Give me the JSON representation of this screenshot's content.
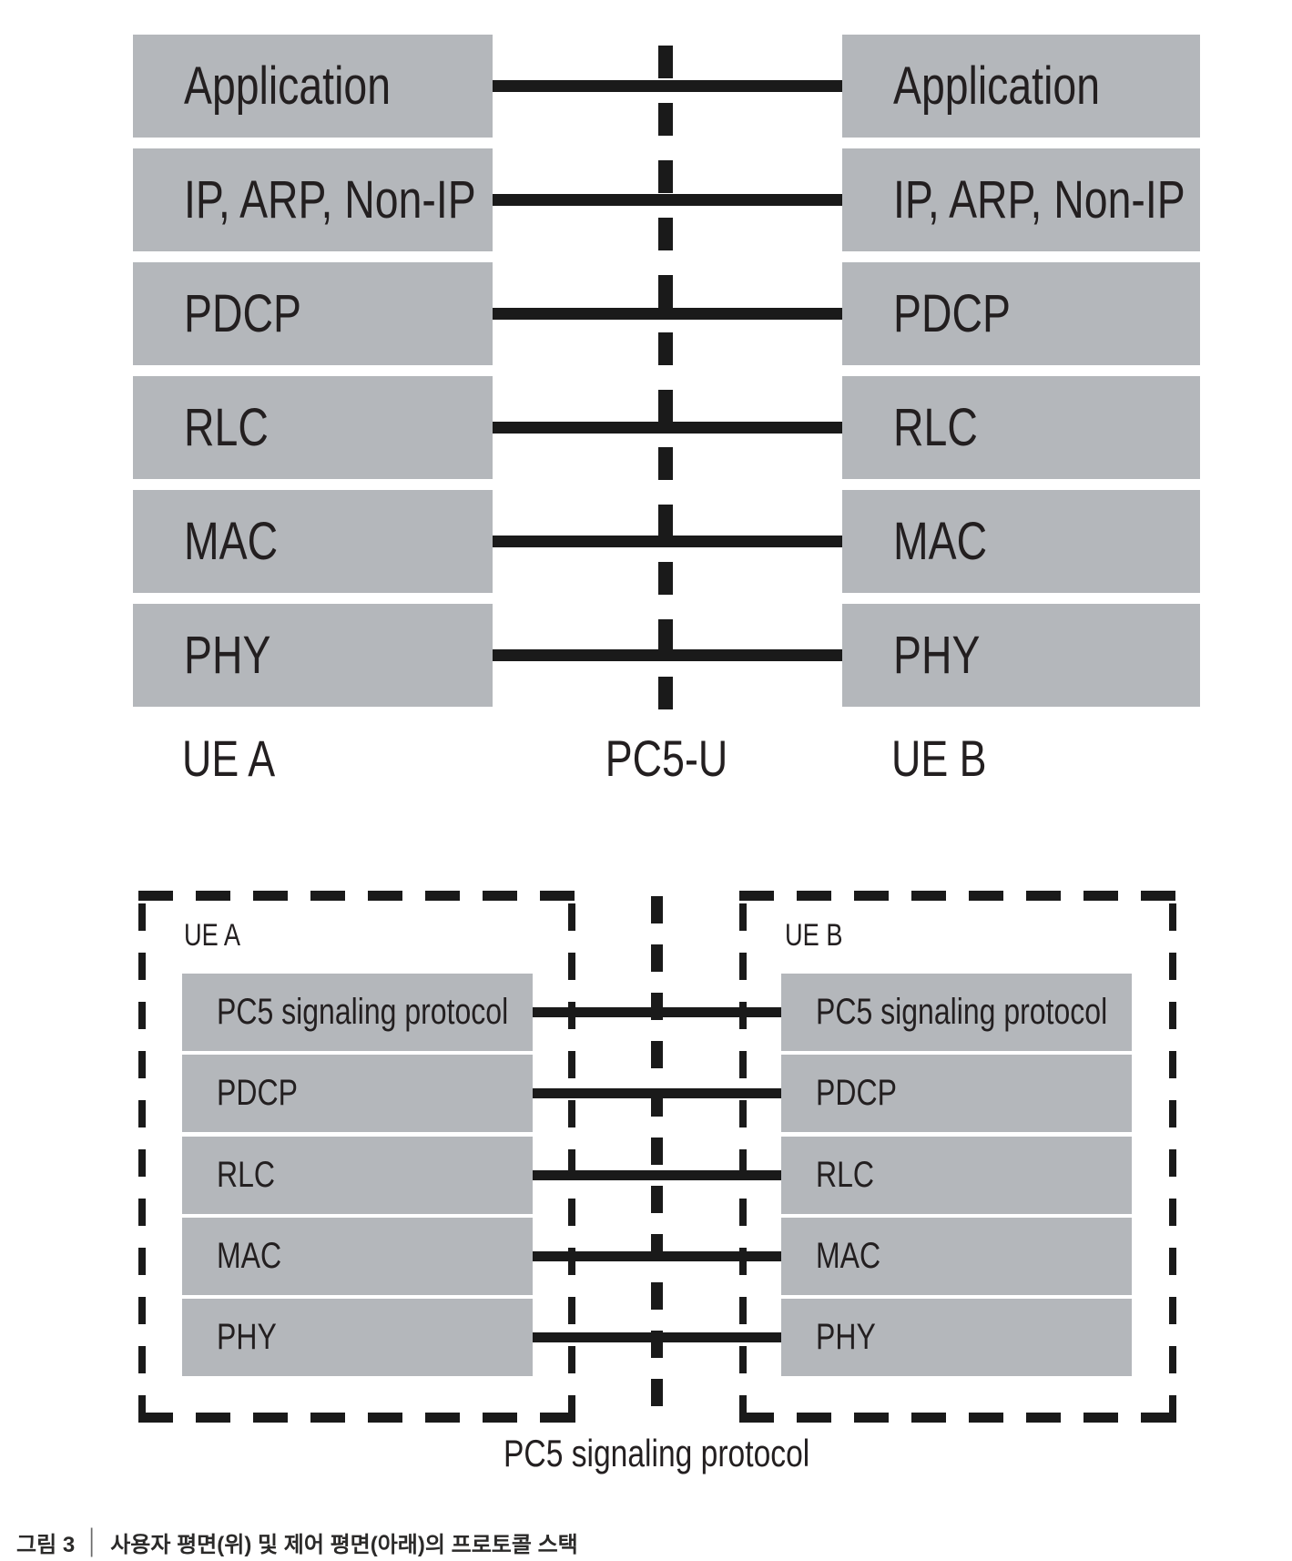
{
  "colors": {
    "box_gray": "#b4b7bb",
    "line_black": "#1a1a1a",
    "text_dark": "#231f20"
  },
  "top_diagram": {
    "title_semantic": "user-plane protocol stack",
    "left_stack": {
      "name": "UE A",
      "layers": [
        "Application",
        "IP, ARP, Non-IP",
        "PDCP",
        "RLC",
        "MAC",
        "PHY"
      ]
    },
    "right_stack": {
      "name": "UE B",
      "layers": [
        "Application",
        "IP, ARP, Non-IP",
        "PDCP",
        "RLC",
        "MAC",
        "PHY"
      ]
    },
    "interface_label": "PC5-U"
  },
  "bottom_diagram": {
    "title_semantic": "control-plane protocol stack",
    "left_stack": {
      "name": "UE A",
      "layers": [
        "PC5 signaling protocol",
        "PDCP",
        "RLC",
        "MAC",
        "PHY"
      ]
    },
    "right_stack": {
      "name": "UE B",
      "layers": [
        "PC5 signaling protocol",
        "PDCP",
        "RLC",
        "MAC",
        "PHY"
      ]
    },
    "interface_label": "PC5 signaling protocol"
  },
  "figure_caption": {
    "prefix": "그림 3",
    "separator": "│",
    "text": "사용자 평면(위) 및 제어 평면(아래)의 프로토콜 스택"
  }
}
